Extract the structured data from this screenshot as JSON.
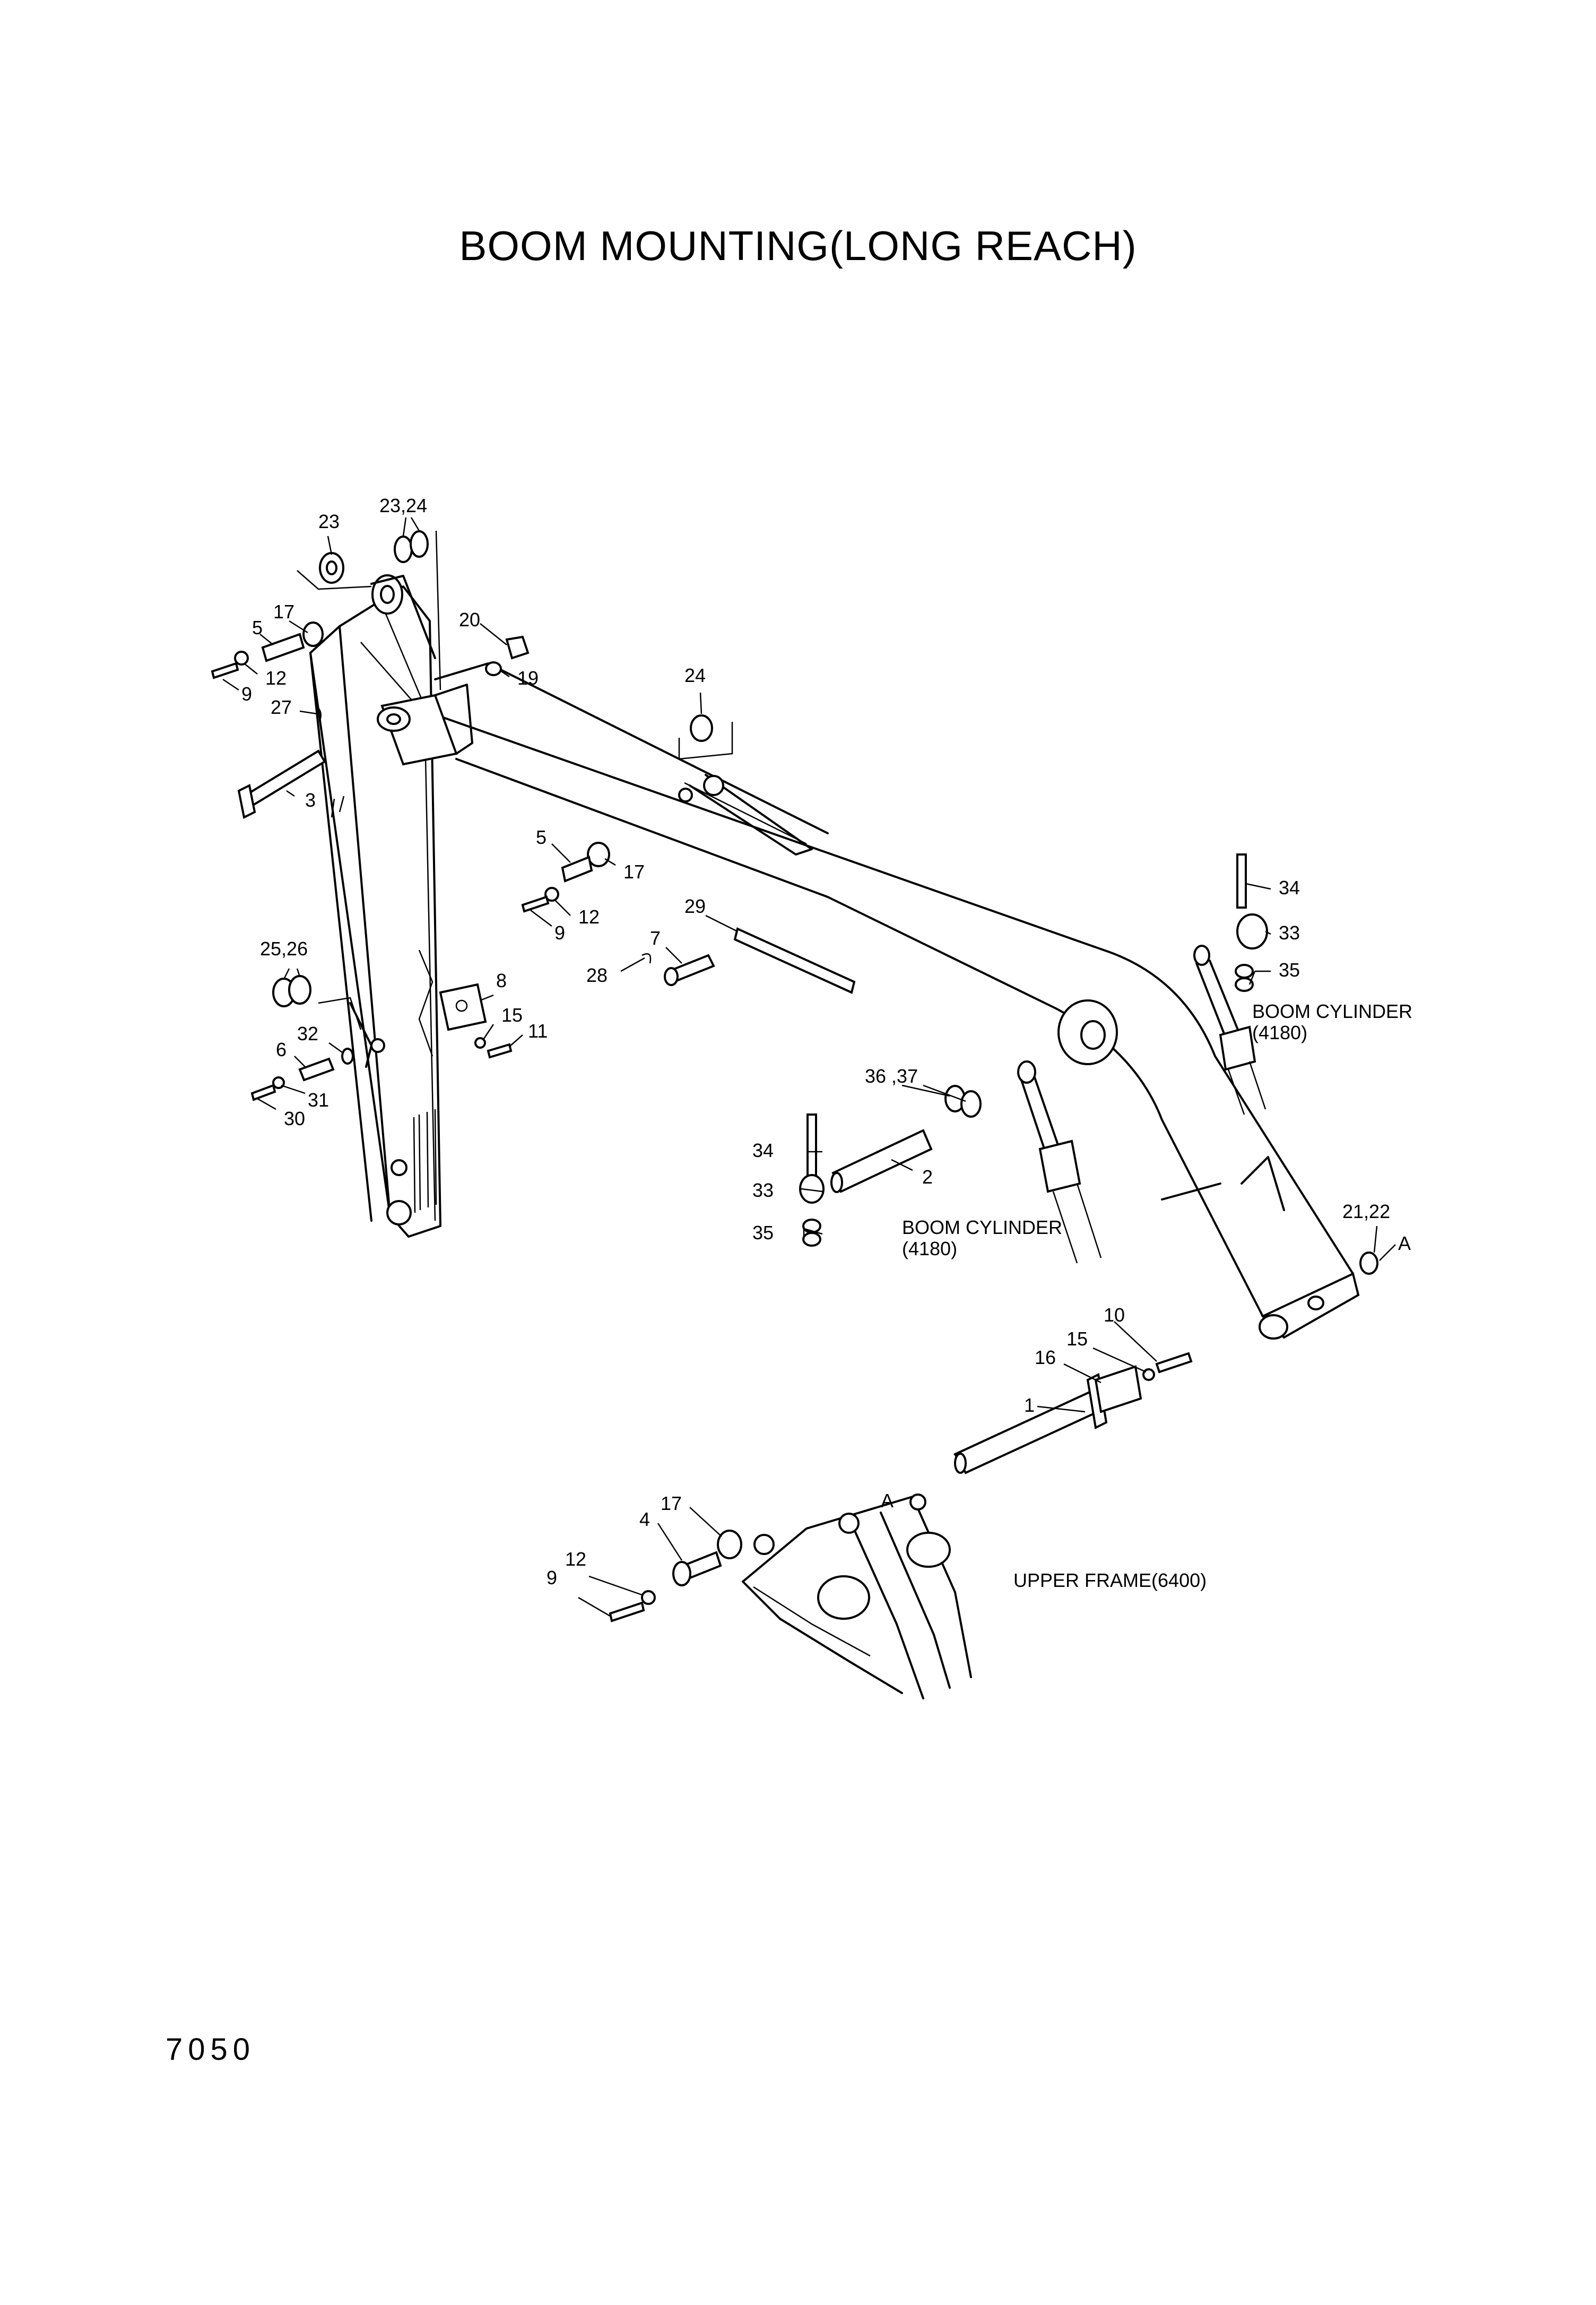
{
  "title": "BOOM MOUNTING(LONG REACH)",
  "page_number": "7050",
  "labels": [
    {
      "id": "l23a",
      "text": "23"
    },
    {
      "id": "l2324",
      "text": "23,24"
    },
    {
      "id": "l17a",
      "text": "17"
    },
    {
      "id": "l5a",
      "text": "5"
    },
    {
      "id": "l12a",
      "text": "12"
    },
    {
      "id": "l9a",
      "text": "9"
    },
    {
      "id": "l20",
      "text": "20"
    },
    {
      "id": "l19",
      "text": "19"
    },
    {
      "id": "l27",
      "text": "27"
    },
    {
      "id": "l3",
      "text": "3"
    },
    {
      "id": "l24",
      "text": "24"
    },
    {
      "id": "l5b",
      "text": "5"
    },
    {
      "id": "l17b",
      "text": "17"
    },
    {
      "id": "l12b",
      "text": "12"
    },
    {
      "id": "l9b",
      "text": "9"
    },
    {
      "id": "l29",
      "text": "29"
    },
    {
      "id": "l7",
      "text": "7"
    },
    {
      "id": "l28",
      "text": "28"
    },
    {
      "id": "l2526",
      "text": "25,26"
    },
    {
      "id": "l8",
      "text": "8"
    },
    {
      "id": "l15a",
      "text": "15"
    },
    {
      "id": "l11",
      "text": "11"
    },
    {
      "id": "l32",
      "text": "32"
    },
    {
      "id": "l6",
      "text": "6"
    },
    {
      "id": "l31",
      "text": "31"
    },
    {
      "id": "l30",
      "text": "30"
    },
    {
      "id": "l34a",
      "text": "34"
    },
    {
      "id": "l33a",
      "text": "33"
    },
    {
      "id": "l35a",
      "text": "35"
    },
    {
      "id": "lbca",
      "text": "BOOM CYLINDER"
    },
    {
      "id": "lbcan",
      "text": "(4180)"
    },
    {
      "id": "l3637",
      "text": "36 ,37"
    },
    {
      "id": "l34b",
      "text": "34"
    },
    {
      "id": "l2",
      "text": "2"
    },
    {
      "id": "l33b",
      "text": "33"
    },
    {
      "id": "l35b",
      "text": "35"
    },
    {
      "id": "lbcb",
      "text": "BOOM CYLINDER"
    },
    {
      "id": "lbcbn",
      "text": "(4180)"
    },
    {
      "id": "l2122",
      "text": "21,22"
    },
    {
      "id": "lA1",
      "text": "A"
    },
    {
      "id": "l10",
      "text": "10"
    },
    {
      "id": "l15b",
      "text": "15"
    },
    {
      "id": "l16",
      "text": "16"
    },
    {
      "id": "l1",
      "text": "1"
    },
    {
      "id": "l17c",
      "text": "17"
    },
    {
      "id": "lA2",
      "text": "A"
    },
    {
      "id": "l4",
      "text": "4"
    },
    {
      "id": "l12c",
      "text": "12"
    },
    {
      "id": "l9c",
      "text": "9"
    },
    {
      "id": "luf",
      "text": "UPPER FRAME(6400)"
    }
  ]
}
